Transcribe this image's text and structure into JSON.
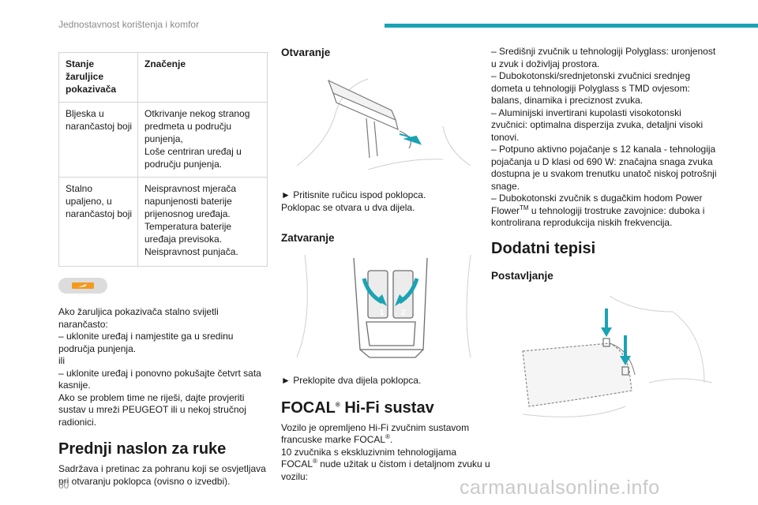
{
  "header": {
    "title": "Jednostavnost korištenja i komfor",
    "accent_color": "#1aa3b3"
  },
  "page_number": "60",
  "watermark": "carmanualsonline.info",
  "status_table": {
    "headers": [
      "Stanje žaruljice pokazivača",
      "Značenje"
    ],
    "rows": [
      [
        "Bljeska u narančastoj boji",
        "Otkrivanje nekog stranog predmeta u području punjenja,\nLoše centriran uređaj u području punjenja."
      ],
      [
        "Stalno upaljeno, u narančastoj boji",
        "Neispravnost mjerača napunjenosti baterije prijenosnog uređaja.\nTemperatura baterije uređaja previsoka.\nNeispravnost punjača."
      ]
    ]
  },
  "warning_icon": "warning-tag-icon",
  "col1": {
    "note_lines": [
      "Ako žaruljica pokazivača stalno svijetli narančasto:",
      "– uklonite uređaj i namjestite ga u sredinu područja punjenja.",
      "ili",
      "– uklonite uređaj i ponovno pokušajte četvrt sata kasnije.",
      "Ako se problem time ne riješi, dajte provjeriti sustav u mreži PEUGEOT ili u nekoj stručnoj radionici."
    ],
    "armrest_heading": "Prednji naslon za ruke",
    "armrest_text": "Sadržava i pretinac za pohranu koji se osvjetljava pri otvaranju poklopca (ovisno o izvedbi)."
  },
  "col2": {
    "opening_heading": "Otvaranje",
    "opening_text": "► Pritisnite ručicu ispod poklopca.\nPoklopac se otvara u dva dijela.",
    "closing_heading": "Zatvaranje",
    "closing_text": "► Preklopite dva dijela poklopca.",
    "closing_markers": [
      "1",
      "2"
    ],
    "focal_heading": "FOCAL",
    "focal_heading_suffix": " Hi-Fi sustav",
    "registered": "®",
    "focal_p1_a": "Vozilo je opremljeno Hi-Fi zvučnim sustavom francuske marke FOCAL",
    "focal_p1_b": ".",
    "focal_p2_a": "10 zvučnika s ekskluzivnim tehnologijama FOCAL",
    "focal_p2_b": " nude užitak u čistom i detaljnom zvuku u vozilu:"
  },
  "col3": {
    "speakers": [
      "– Središnji zvučnik u tehnologiji Polyglass: uronjenost u zvuk i doživljaj prostora.",
      "– Dubokotonski/srednjetonski zvučnici srednjeg dometa u tehnologiji Polyglass s TMD ovjesom: balans, dinamika i preciznost zvuka.",
      "– Aluminijski invertirani kupolasti visokotonski zvučnici: optimalna disperzija zvuka, detaljni visoki tonovi.",
      "– Potpuno aktivno pojačanje s 12 kanala - tehnologija pojačanja u D klasi od 690 W: značajna snaga zvuka dostupna je u svakom trenutku unatoč niskoj potrošnji snage."
    ],
    "subwoofer_a": "– Dubokotonski zvučnik s dugačkim hodom Power Flower",
    "subwoofer_tm": "TM",
    "subwoofer_b": " u tehnologiji trostruke zavojnice: duboka i kontrolirana reprodukcija niskih frekvencija.",
    "mats_heading": "Dodatni tepisi",
    "mats_sub": "Postavljanje"
  }
}
